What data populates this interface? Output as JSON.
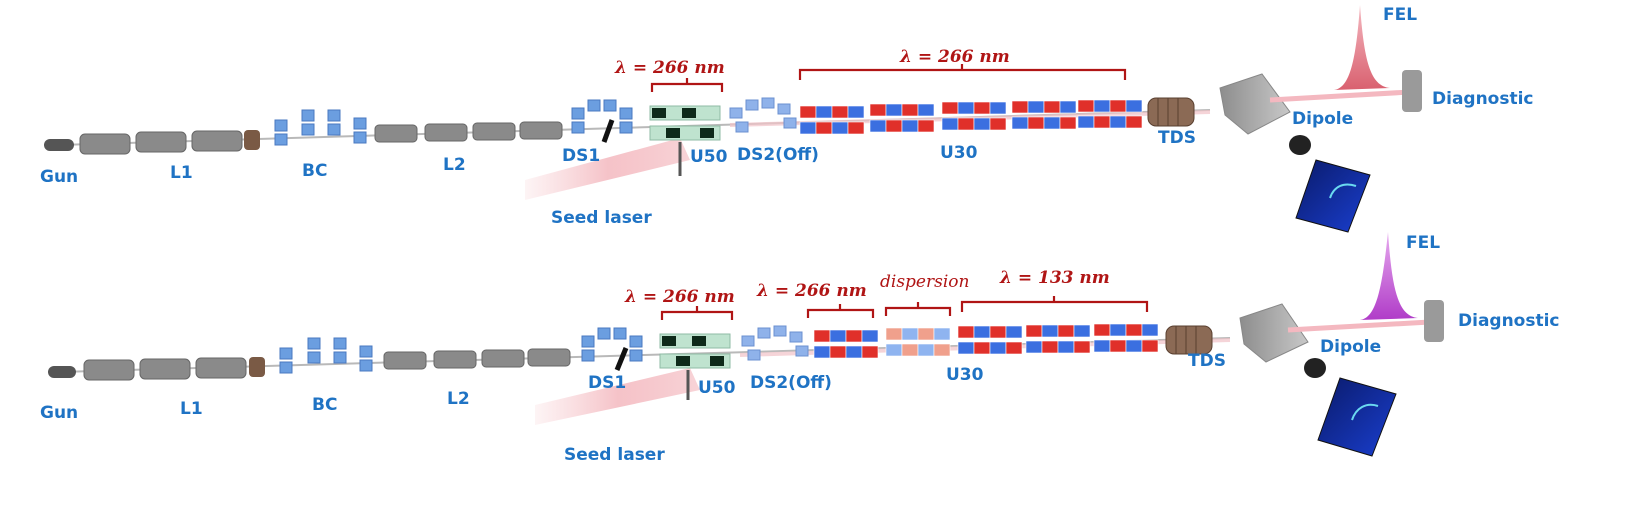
{
  "top": {
    "labels": {
      "gun": "Gun",
      "l1": "L1",
      "bc": "BC",
      "l2": "L2",
      "ds1": "DS1",
      "seed": "Seed laser",
      "u50": "U50",
      "ds2": "DS2(Off)",
      "u30": "U30",
      "tds": "TDS",
      "dipole": "Dipole",
      "fel": "FEL",
      "diag": "Diagnostic"
    },
    "annotations": {
      "a1": "λ = 266 nm",
      "a2": "λ = 266 nm"
    }
  },
  "bottom": {
    "labels": {
      "gun": "Gun",
      "l1": "L1",
      "bc": "BC",
      "l2": "L2",
      "ds1": "DS1",
      "seed": "Seed laser",
      "u50": "U50",
      "ds2": "DS2(Off)",
      "u30": "U30",
      "tds": "TDS",
      "dipole": "Dipole",
      "fel": "FEL",
      "diag": "Diagnostic"
    },
    "annotations": {
      "a1": "λ = 266 nm",
      "a2": "λ = 266 nm",
      "a3": "dispersion",
      "a4": "λ = 133 nm"
    }
  },
  "colors": {
    "label_blue": "#1f73c4",
    "annotation_red": "#b01515",
    "magnet_blue": "#3b6fe0",
    "magnet_red": "#e0302a",
    "fel_top": "#e58a95",
    "fel_bottom": "#c45bd6"
  }
}
